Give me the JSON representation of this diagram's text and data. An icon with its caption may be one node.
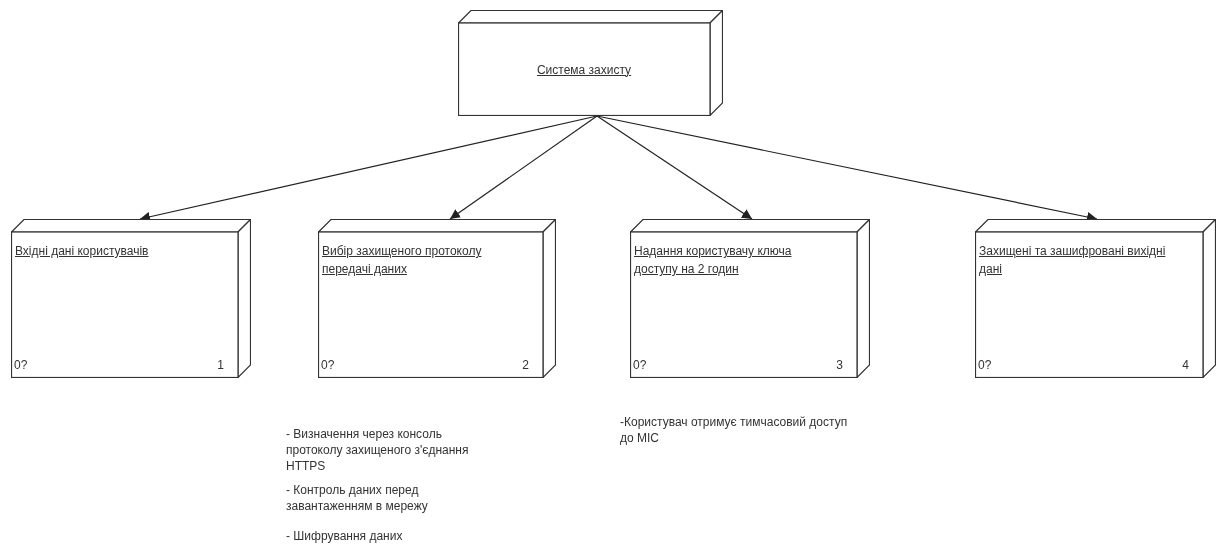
{
  "diagram": {
    "nodes": [
      {
        "text": [
          "Система захисту"
        ]
      },
      {
        "text": [
          "Вхідні дані користувачів",
          "0?",
          "1"
        ]
      },
      {
        "text": [
          "Вибір захищеного протоколу передачі даних",
          "0?",
          "2"
        ],
        "beside": [
          "- Визначення через консоль протоколу захищеного з'єднання HTTPS",
          "- Контроль даних перед завантаженням в мережу",
          "- Шифрування даних"
        ]
      },
      {
        "text": [
          "Надання користувачу ключа доступу на 2 годин",
          "0?",
          "3"
        ],
        "beside": [
          "-Користувач отримує тимчасовий доступ до МІС"
        ]
      },
      {
        "text": [
          "Захищені та зашифровані вихідні дані",
          "0?",
          "4"
        ]
      }
    ],
    "edges": [
      {
        "from": 0,
        "to": 1,
        "arrow": "to"
      },
      {
        "from": 0,
        "to": 2,
        "arrow": "to"
      },
      {
        "from": 0,
        "to": 3,
        "arrow": "to"
      },
      {
        "from": 0,
        "to": 4,
        "arrow": "to"
      }
    ]
  }
}
